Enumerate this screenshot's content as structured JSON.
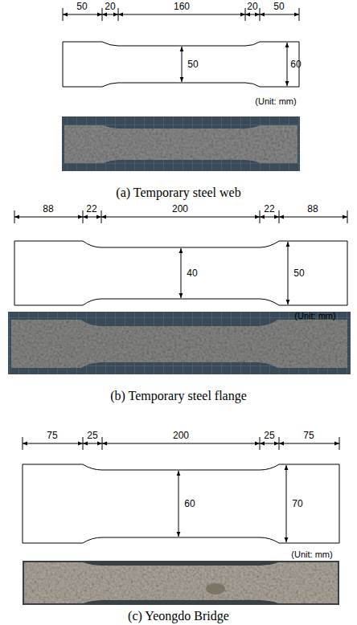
{
  "diagram": {
    "labels": [
      "50",
      "20",
      "160",
      "20",
      "50",
      "50",
      "60",
      "(Unit: mm)",
      "(a) Temporary steel web",
      "88",
      "22",
      "200",
      "22",
      "88",
      "40",
      "50",
      "(Unit: mm)",
      "(b) Temporary steel flange",
      "75",
      "25",
      "200",
      "25",
      "75",
      "60",
      "70",
      "(Unit: mm)",
      "(c) Yeongdo Bridge"
    ]
  }
}
